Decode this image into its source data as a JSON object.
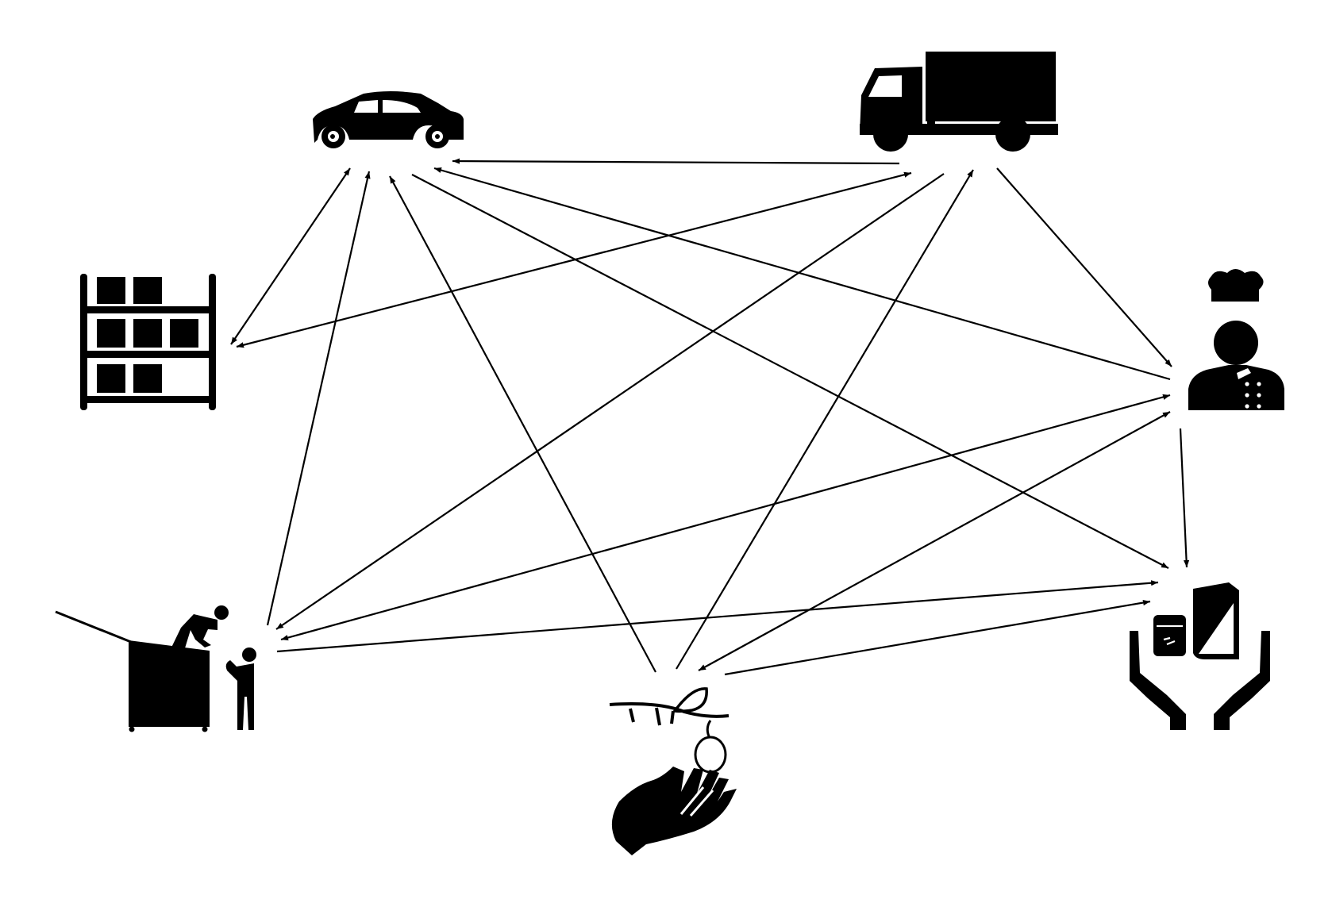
{
  "diagram": {
    "background": "#ffffff",
    "ink_color": "#000000",
    "nodes": [
      {
        "id": "car",
        "icon": "car-icon"
      },
      {
        "id": "truck",
        "icon": "truck-icon"
      },
      {
        "id": "shelf",
        "icon": "warehouse-shelf-icon"
      },
      {
        "id": "chef",
        "icon": "chef-icon"
      },
      {
        "id": "dumpster",
        "icon": "dumpster-diver-icon"
      },
      {
        "id": "harvest",
        "icon": "harvest-hand-icon"
      },
      {
        "id": "foodbank",
        "icon": "food-donation-hands-icon"
      }
    ],
    "edges": [
      {
        "from": "truck",
        "to": "car",
        "arrows": "end"
      },
      {
        "from": "shelf",
        "to": "car",
        "arrows": "both"
      },
      {
        "from": "truck",
        "to": "shelf",
        "arrows": "both"
      },
      {
        "from": "chef",
        "to": "car",
        "arrows": "end"
      },
      {
        "from": "car",
        "to": "foodbank",
        "arrows": "end"
      },
      {
        "from": "dumpster",
        "to": "car",
        "arrows": "end"
      },
      {
        "from": "harvest",
        "to": "car",
        "arrows": "end"
      },
      {
        "from": "truck",
        "to": "dumpster",
        "arrows": "end"
      },
      {
        "from": "harvest",
        "to": "truck",
        "arrows": "end"
      },
      {
        "from": "truck",
        "to": "chef",
        "arrows": "end"
      },
      {
        "from": "dumpster",
        "to": "chef",
        "arrows": "both"
      },
      {
        "from": "harvest",
        "to": "chef",
        "arrows": "both"
      },
      {
        "from": "chef",
        "to": "foodbank",
        "arrows": "end"
      },
      {
        "from": "dumpster",
        "to": "foodbank",
        "arrows": "end"
      },
      {
        "from": "harvest",
        "to": "foodbank",
        "arrows": "end"
      }
    ]
  }
}
